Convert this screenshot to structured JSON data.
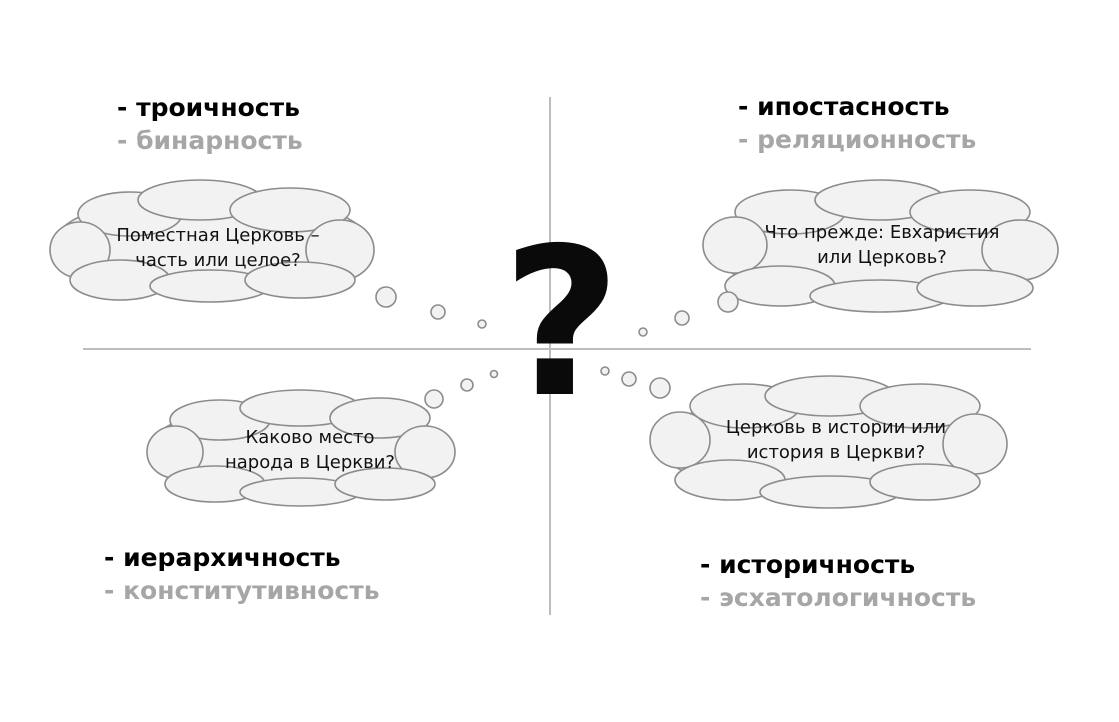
{
  "quadrants": {
    "top_left": {
      "primary": "- троичность",
      "secondary": "- бинарность"
    },
    "top_right": {
      "primary": "- ипостасность",
      "secondary": "- реляционность"
    },
    "bottom_left": {
      "primary": "- иерархичность",
      "secondary": "- конститутивность"
    },
    "bottom_right": {
      "primary": "- историчность",
      "secondary": "- эсхатологичность"
    }
  },
  "clouds": {
    "top_left": {
      "line1": "Поместная Церковь –",
      "line2": "часть или целое?"
    },
    "top_right": {
      "line1": "Что прежде: Евхаристия",
      "line2": "или Церковь?"
    },
    "bottom_left": {
      "line1": "Каково место",
      "line2": "народа в Церкви?"
    },
    "bottom_right": {
      "line1": "Церковь в истории или",
      "line2": "история в Церкви?"
    }
  },
  "center_symbol": "?",
  "colors": {
    "primary_text": "#000000",
    "secondary_text": "#a6a6a6",
    "cloud_fill": "#f2f2f2",
    "cloud_stroke": "#8c8c8c",
    "axis": "#bdbdbd"
  }
}
